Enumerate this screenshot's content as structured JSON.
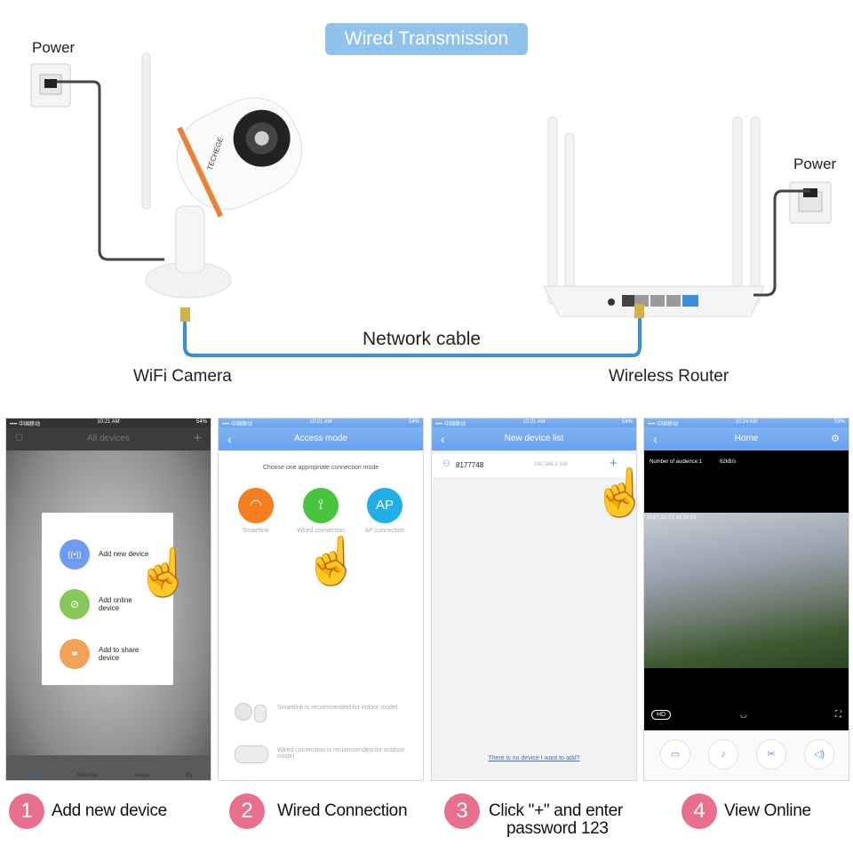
{
  "banner": "Wired Transmission",
  "diagram": {
    "power_left": "Power",
    "power_right": "Power",
    "camera_label": "WiFi Camera",
    "router_label": "Wireless Router",
    "cable_label": "Network cable",
    "camera_brand": "TECHEGE"
  },
  "phone1": {
    "status_left": "•••• 中国移动",
    "status_time": "10:21 AM",
    "status_right": "54%",
    "title": "All devices",
    "menu": [
      "Add new device",
      "Add online device",
      "Add to share device"
    ],
    "tabs": [
      "Device",
      "Message",
      "Image",
      "My"
    ]
  },
  "phone2": {
    "status_left": "•••• 中国移动",
    "status_time": "10:21 AM",
    "status_right": "54%",
    "title": "Access mode",
    "prompt": "Choose one appropriate connection mode",
    "modes": [
      "Smartlink",
      "Wired connection",
      "AP connection"
    ],
    "ap_icon_text": "AP",
    "tip1": "Smartlink is recommended for indoor model",
    "tip2": "Wired connection is recommended for outdoor model"
  },
  "phone3": {
    "status_left": "•••• 中国移动",
    "status_time": "10:21 AM",
    "status_right": "54%",
    "title": "New device list",
    "device_id": "8177748",
    "device_ip": "192.168.1.141",
    "add_symbol": "+",
    "link": "There is no device I want to add?"
  },
  "phone4": {
    "status_left": "•••• 中国移动",
    "status_time": "10:24 AM",
    "status_right": "53%",
    "title": "Home",
    "audience": "Number of audience:1",
    "rate": "62kB/s",
    "hd": "HD",
    "timestamp": "2017-12-21 15:28:01"
  },
  "steps": [
    {
      "num": "1",
      "text": "Add new device"
    },
    {
      "num": "2",
      "text": "Wired Connection"
    },
    {
      "num": "3",
      "text": "Click \"+\" and enter",
      "text2": "password 123"
    },
    {
      "num": "4",
      "text": "View Online"
    }
  ],
  "colors": {
    "accent": "#6aa2ee",
    "step": "#e8708c",
    "cable": "#3a8fd6"
  }
}
